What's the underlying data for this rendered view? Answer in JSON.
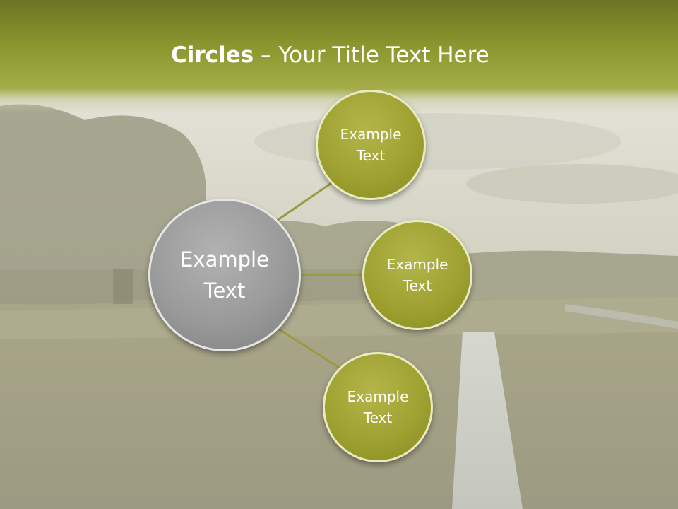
{
  "slide": {
    "title_bold": "Circles",
    "title_rest": " – Your Title Text Here"
  },
  "diagram": {
    "center": {
      "label_line1": "Example",
      "label_line2": "Text"
    },
    "nodes": [
      {
        "label_line1": "Example",
        "label_line2": "Text"
      },
      {
        "label_line1": "Example",
        "label_line2": "Text"
      },
      {
        "label_line1": "Example",
        "label_line2": "Text"
      }
    ]
  },
  "colors": {
    "header_green": "#8a962e",
    "node_fill": "#9fa231",
    "center_fill": "#9a9a9a",
    "connector": "#9a9a40",
    "title_text": "#ffffff"
  }
}
